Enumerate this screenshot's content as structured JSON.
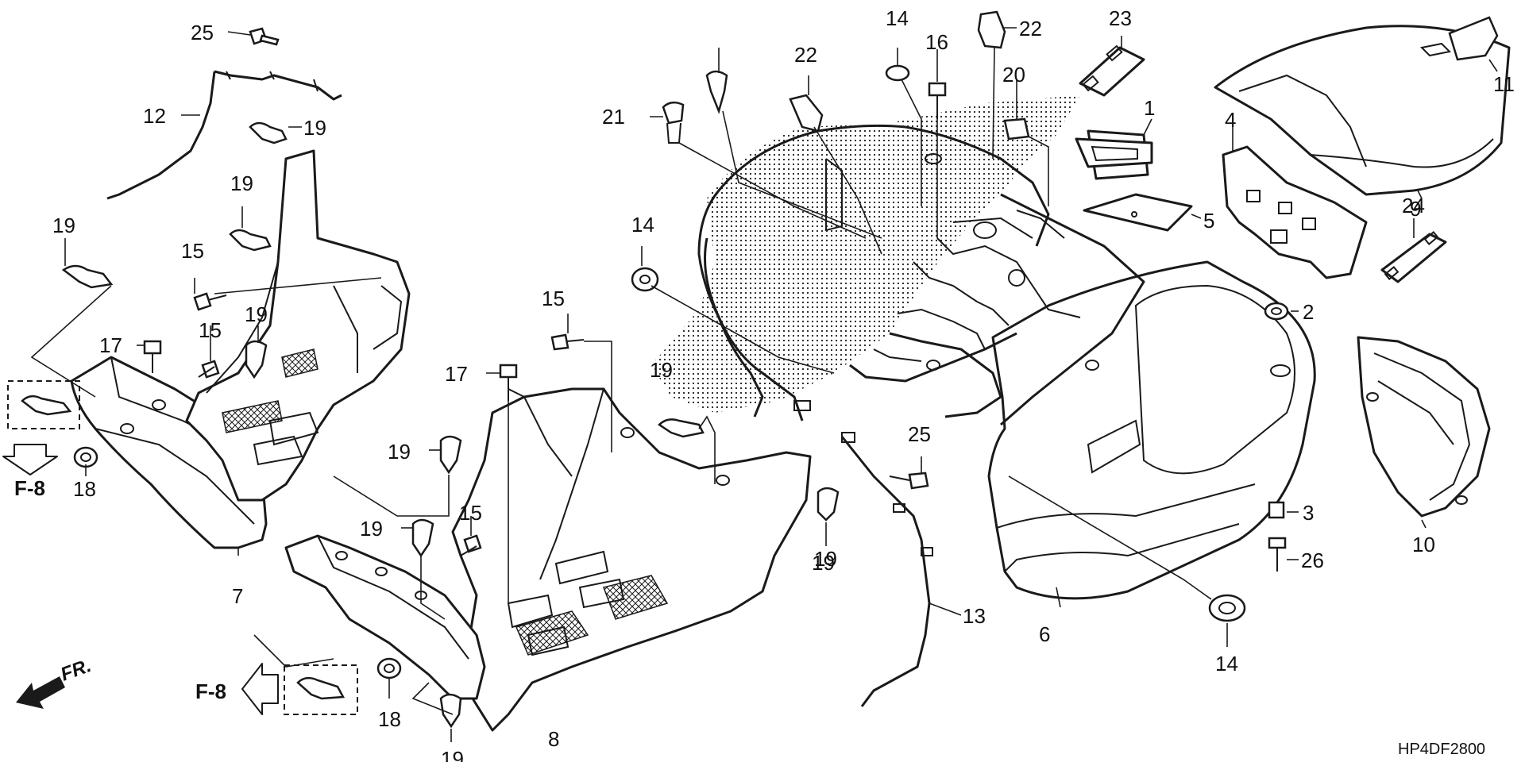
{
  "diagram": {
    "footer_code": "HP4DF2800",
    "front_marker": "FR.",
    "ref_labels": [
      "F-8",
      "F-8"
    ],
    "callouts": [
      {
        "id": "c25a",
        "text": "25"
      },
      {
        "id": "c12",
        "text": "12"
      },
      {
        "id": "c19a",
        "text": "19"
      },
      {
        "id": "c19b",
        "text": "19"
      },
      {
        "id": "c19c",
        "text": "19"
      },
      {
        "id": "c15a",
        "text": "15"
      },
      {
        "id": "c15b",
        "text": "15"
      },
      {
        "id": "c17a",
        "text": "17"
      },
      {
        "id": "c19d",
        "text": "19"
      },
      {
        "id": "c18a",
        "text": "18"
      },
      {
        "id": "c7",
        "text": "7"
      },
      {
        "id": "c15c",
        "text": "15"
      },
      {
        "id": "c17b",
        "text": "17"
      },
      {
        "id": "c19e",
        "text": "19"
      },
      {
        "id": "c19f",
        "text": "19"
      },
      {
        "id": "c15d",
        "text": "15"
      },
      {
        "id": "c18b",
        "text": "18"
      },
      {
        "id": "c19g",
        "text": "19"
      },
      {
        "id": "c8",
        "text": "8"
      },
      {
        "id": "c19h",
        "text": "19"
      },
      {
        "id": "c19i",
        "text": "19"
      },
      {
        "id": "c21",
        "text": "21"
      },
      {
        "id": "c22a",
        "text": "22"
      },
      {
        "id": "c14a",
        "text": "14"
      },
      {
        "id": "c16",
        "text": "16"
      },
      {
        "id": "c22b",
        "text": "22"
      },
      {
        "id": "c23",
        "text": "23"
      },
      {
        "id": "c20",
        "text": "20"
      },
      {
        "id": "c1",
        "text": "1"
      },
      {
        "id": "c5",
        "text": "5"
      },
      {
        "id": "c4",
        "text": "4"
      },
      {
        "id": "c14b",
        "text": "14"
      },
      {
        "id": "c25b",
        "text": "25"
      },
      {
        "id": "c19j",
        "text": "19"
      },
      {
        "id": "c13",
        "text": "13"
      },
      {
        "id": "c6",
        "text": "6"
      },
      {
        "id": "c14c",
        "text": "14"
      },
      {
        "id": "c9",
        "text": "9"
      },
      {
        "id": "c11",
        "text": "11"
      },
      {
        "id": "c24",
        "text": "24"
      },
      {
        "id": "c2",
        "text": "2"
      },
      {
        "id": "c10",
        "text": "10"
      },
      {
        "id": "c3",
        "text": "3"
      },
      {
        "id": "c26",
        "text": "26"
      }
    ]
  }
}
